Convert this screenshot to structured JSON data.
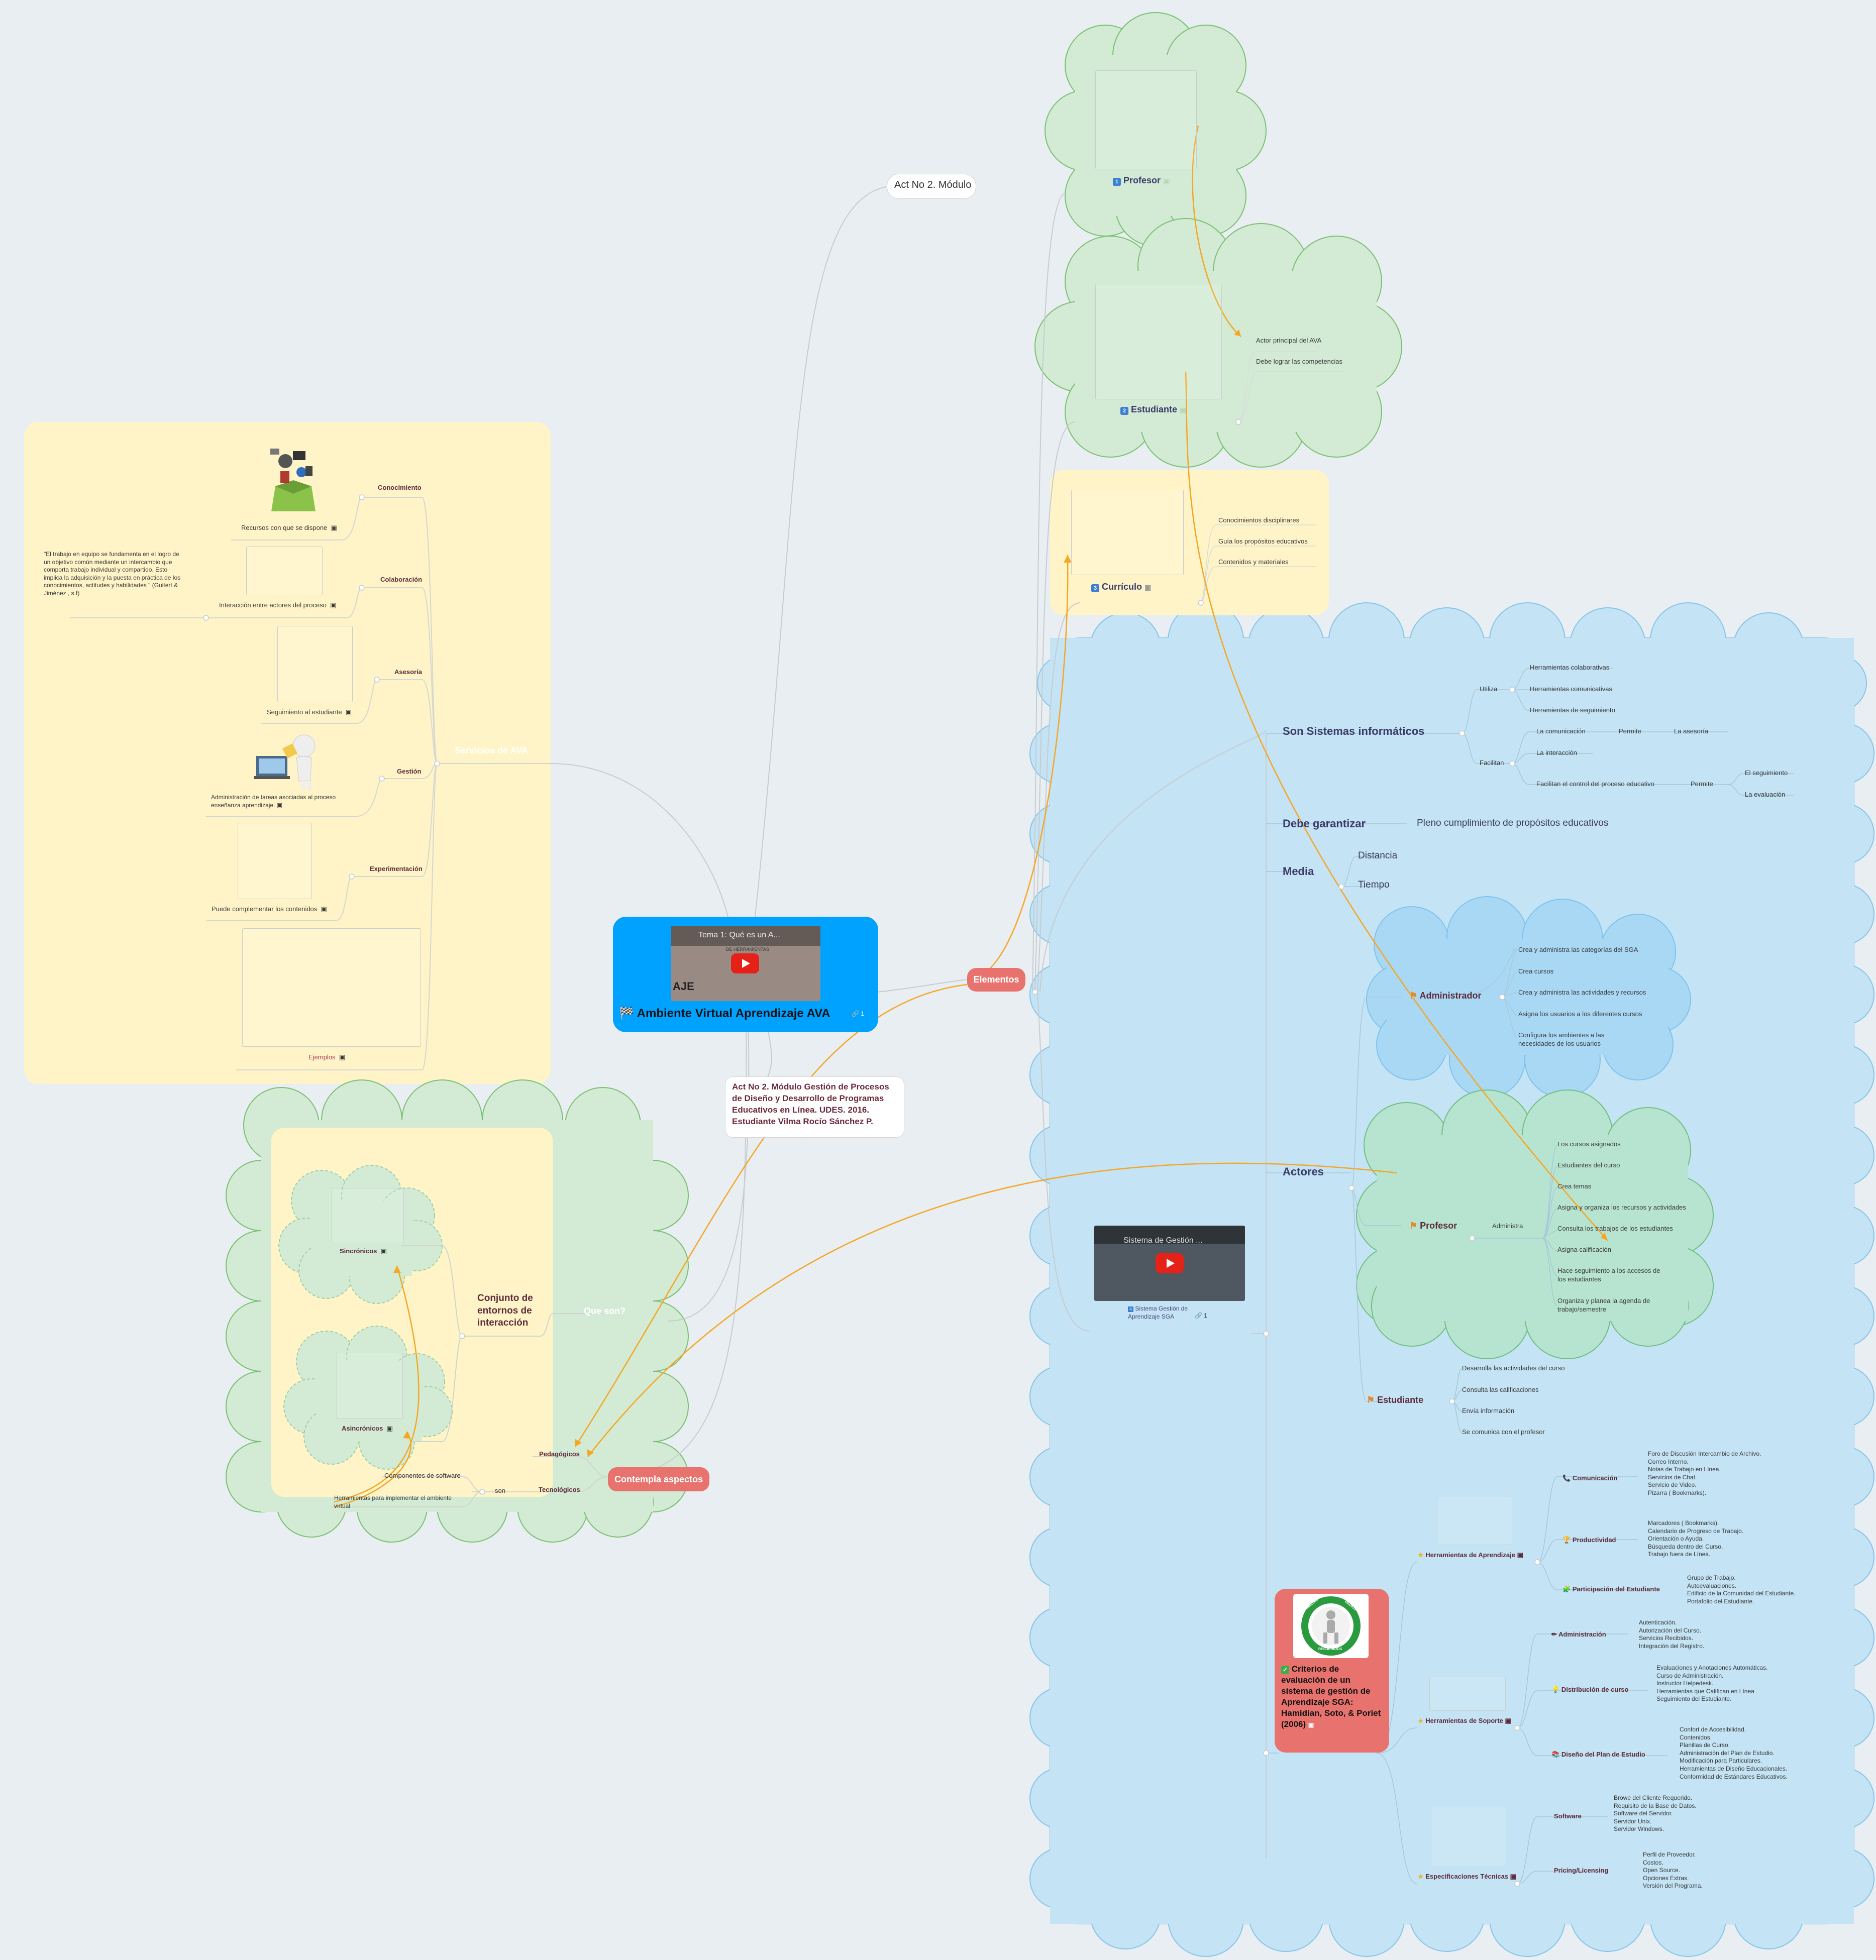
{
  "central": {
    "title": "Ambiente Virtual Aprendizaje AVA",
    "video_title": "Tema 1: Qué es un A...",
    "video_overlay": "DE HERRAMIENTAS",
    "video_letters": "AJE",
    "link_count": "1",
    "color": "#00a2ff"
  },
  "top_label": "Act No 2. Módulo",
  "author_note": "Act No 2. Módulo Gestión de Procesos de Diseño y Desarrollo de Programas Educativos en Línea. UDES. 2016. Estudiante Vilma Rocío Sánchez P.",
  "elementos": {
    "label": "Elementos",
    "profesor": "Profesor",
    "estudiante": "Estudiante",
    "estudiante_details": [
      "Actor principal del AVA",
      "Debe lograr las competencias"
    ],
    "curriculo": "Currículo",
    "curriculo_details": [
      "Conocimientos disciplinares",
      "Guía los propósitos educativos",
      "Contenidos y materiales"
    ]
  },
  "sistemas": {
    "heading": "Son Sistemas informáticos",
    "utiliza": "Utiliza",
    "utiliza_items": [
      "Herramientas colaborativas",
      "Herramientas comunicativas",
      "Herramientas de seguimiento"
    ],
    "facilitan": "Facilitan",
    "comunicacion": "La comunicación",
    "permite": "Permite",
    "asesoria": "La asesoría",
    "interaccion": "La interacción",
    "control": "Facilitan el control del proceso educativo",
    "permite2": "Permite",
    "seguimiento": "El seguimiento",
    "evaluacion": "La evaluación",
    "garantizar": "Debe garantizar",
    "garantizar_value": "Pleno cumplimiento de propósitos educativos",
    "media": "Media",
    "media_items": [
      "Distancia",
      "Tiempo"
    ]
  },
  "actores": {
    "heading": "Actores",
    "administrador": "Administrador",
    "admin_items": [
      "Crea y administra las categorías del SGA",
      "Crea cursos",
      "Crea y administra las actividades y recursos",
      "Asigna los usuarios a los diferentes cursos",
      "Configura los ambientes a las necesidades de los usuarios"
    ],
    "profesor": "Profesor",
    "administra": "Administra",
    "prof_items": [
      "Los cursos asignados",
      "Estudiantes del curso",
      "Crea temas",
      "Asigna y organiza los recursos y actividades",
      "Consulta los trabajos de los estudiantes",
      "Asigna calificación",
      "Hace seguimiento a los accesos de los estudiantes",
      "Organiza y planea la agenda de trabajo/semestre"
    ],
    "estudiante": "Estudiante",
    "est_items": [
      "Desarrolla las actividades del curso",
      "Consulta las calificaciones",
      "Envía información",
      "Se comunica con el profesor"
    ],
    "sga_video_title": "Sistema de Gestión ...",
    "sga_caption": "Sistema Gestión de Aprendizaje SGA",
    "sga_link_count": "1"
  },
  "criterios": {
    "title": "Criterios de evaluación de un sistema de gestión de Aprendizaje SGA: Hamidian, Soto, & Poriet (2006)",
    "logo_text": [
      "ANÁLISIS",
      "MEDIOS",
      "RESULTADOS"
    ],
    "aprendizaje": "Herramientas de Aprendizaje",
    "comunicacion": "Comunicación",
    "comunicacion_items": "Foro de Discusión Intercambio de Archivo.\nCorreo Interno.\nNotas de Trabajo en Línea.\nServicios de Chat.\nServicio de Video.\nPizarra ( Bookmarks).",
    "productividad": "Productividad",
    "productividad_items": "Marcadores ( Bookmarks).\nCalendario de Progreso de Trabajo.\nOrientación o Ayuda.\nBúsqueda dentro del Curso.\nTrabajo fuera de Línea.",
    "participacion": "Participación del Estudiante",
    "participacion_items": "Grupo de Trabajo.\nAutoevaluaciones.\nEdificio de la Comunidad del Estudiante.\nPortafolio del Estudiante.",
    "soporte": "Herramientas de Soporte",
    "administracion": "Administración",
    "administracion_items": "Autenticación.\nAutorización del Curso.\nServicios Recibidos.\nIntegración del Registro.",
    "distribucion": "Distribución de curso",
    "distribucion_items": "Evaluaciones y Anotaciones Automáticas.\nCurso de Administración.\nInstructor Helpedesk.\nHerramientas que Califican en Línea\nSeguimiento del Estudiante.",
    "diseno": "Diseño del Plan de Estudio",
    "diseno_items": "Confort de Accesibilidad.\nContenidos.\nPlanillas de Curso.\nAdministración del Plan de Estudio.\nModificación para Particulares.\nHerramientas de Diseño Educacionales.\nConformidad de Estándares Educativos.",
    "especificaciones": "Especificaciones Técnicas",
    "software": "Software",
    "software_items": "Browe del Cliente Requerido.\nRequisito de la Base de Datos.\nSoftware del Servidor.\nServidor Unix.\nServidor Windows.",
    "pricing": "Pricing/Licensing",
    "pricing_items": "Perfil de Proveedor.\nCostos.\nOpen Source.\nOpciones Extras.\nVersión del Programa."
  },
  "servicios": {
    "heading": "Servicios de AVA",
    "conocimiento": "Conocimiento",
    "recursos": "Recursos con que se dispone",
    "colaboracion": "Colaboración",
    "quote": "\"El trabajo en equipo se fundamenta en el logro de un objetivo común mediante un intercambio que comporta trabajo individual y compartido. Esto implica la adquisición y la puesta en práctica de los conocimientos, actitudes y habilidades \" (Guitert & Jiménez , s.f)",
    "interaccion": "Interacción entre actores del proceso",
    "asesoria": "Asesoría",
    "seguimiento": "Seguimiento al estudiante",
    "gestion": "Gestión",
    "administracion": "Administración de tareas asociadas al proceso enseñanza aprendizaje.",
    "experimentacion": "Experimentación",
    "complementar": "Puede complementar los contenidos",
    "ejemplos": "Ejemplos"
  },
  "que_son": {
    "label": "Que son?",
    "conjunto": "Conjunto de entornos de interacción",
    "sincronicos": "Sincrónicos",
    "asincronicos": "Asincrónicos"
  },
  "aspectos": {
    "label": "Contempla aspectos",
    "pedagogicos": "Pedagógicos",
    "tecnologicos": "Tecnológicos",
    "son": "son",
    "componentes": "Componentes de software",
    "herramientas": "Herramientas para implementar el ambiente virtual"
  },
  "colors": {
    "background": "#e8eef1",
    "green_cloud": "#d3ebd5",
    "blue_cloud": "#c4e3f4",
    "yellow": "#fff4c8",
    "red_pill": "#e8736e",
    "orange_arrow": "#f5a623",
    "dark_green_cloud": "#b7e4d0"
  }
}
